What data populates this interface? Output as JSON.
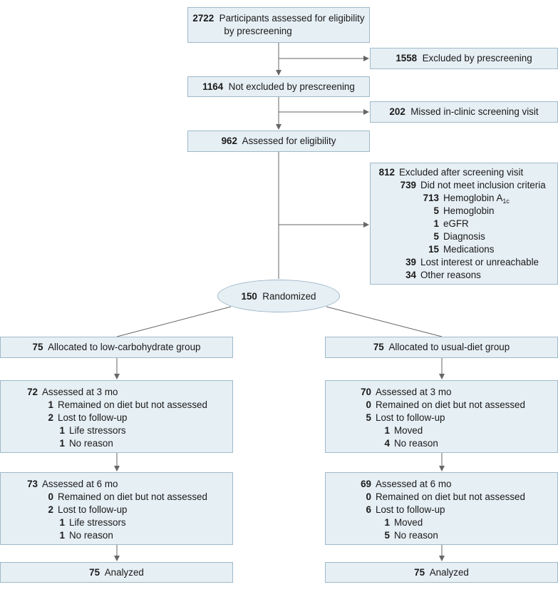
{
  "flow": {
    "assessed_prescreen": {
      "n": "2722",
      "text": "Participants assessed for eligibility",
      "text2": "by prescreening"
    },
    "excluded_prescreen": {
      "n": "1558",
      "text": "Excluded by prescreening"
    },
    "not_excluded": {
      "n": "1164",
      "text": "Not excluded by prescreening"
    },
    "missed_visit": {
      "n": "202",
      "text": "Missed in-clinic screening visit"
    },
    "assessed_eligibility": {
      "n": "962",
      "text": "Assessed for eligibility"
    },
    "excluded_after": {
      "n": "812",
      "text": "Excluded after screening visit",
      "inclusion": {
        "n": "739",
        "text": "Did not meet inclusion criteria"
      },
      "hba1c": {
        "n": "713",
        "text": "Hemoglobin A",
        "sub": "1c"
      },
      "hemoglobin": {
        "n": "5",
        "text": "Hemoglobin"
      },
      "egfr": {
        "n": "1",
        "text": "eGFR"
      },
      "diagnosis": {
        "n": "5",
        "text": "Diagnosis"
      },
      "medications": {
        "n": "15",
        "text": "Medications"
      },
      "lost_interest": {
        "n": "39",
        "text": "Lost interest or unreachable"
      },
      "other": {
        "n": "34",
        "text": "Other reasons"
      }
    },
    "randomized": {
      "n": "150",
      "text": "Randomized"
    },
    "left": {
      "allocated": {
        "n": "75",
        "text": "Allocated to low-carbohydrate group"
      },
      "m3": {
        "main": {
          "n": "72",
          "text": "Assessed at 3 mo"
        },
        "remained": {
          "n": "1",
          "text": "Remained on diet but not assessed"
        },
        "lost": {
          "n": "2",
          "text": "Lost to follow-up"
        },
        "r1": {
          "n": "1",
          "text": "Life stressors"
        },
        "r2": {
          "n": "1",
          "text": "No reason"
        }
      },
      "m6": {
        "main": {
          "n": "73",
          "text": "Assessed at 6 mo"
        },
        "remained": {
          "n": "0",
          "text": "Remained on diet but not assessed"
        },
        "lost": {
          "n": "2",
          "text": "Lost to follow-up"
        },
        "r1": {
          "n": "1",
          "text": "Life stressors"
        },
        "r2": {
          "n": "1",
          "text": "No reason"
        }
      },
      "analyzed": {
        "n": "75",
        "text": "Analyzed"
      }
    },
    "right": {
      "allocated": {
        "n": "75",
        "text": "Allocated to usual-diet group"
      },
      "m3": {
        "main": {
          "n": "70",
          "text": "Assessed at 3 mo"
        },
        "remained": {
          "n": "0",
          "text": "Remained on diet but not assessed"
        },
        "lost": {
          "n": "5",
          "text": "Lost to follow-up"
        },
        "r1": {
          "n": "1",
          "text": "Moved"
        },
        "r2": {
          "n": "4",
          "text": "No reason"
        }
      },
      "m6": {
        "main": {
          "n": "69",
          "text": "Assessed at 6 mo"
        },
        "remained": {
          "n": "0",
          "text": "Remained on diet but not assessed"
        },
        "lost": {
          "n": "6",
          "text": "Lost to follow-up"
        },
        "r1": {
          "n": "1",
          "text": "Moved"
        },
        "r2": {
          "n": "5",
          "text": "No reason"
        }
      },
      "analyzed": {
        "n": "75",
        "text": "Analyzed"
      }
    }
  }
}
